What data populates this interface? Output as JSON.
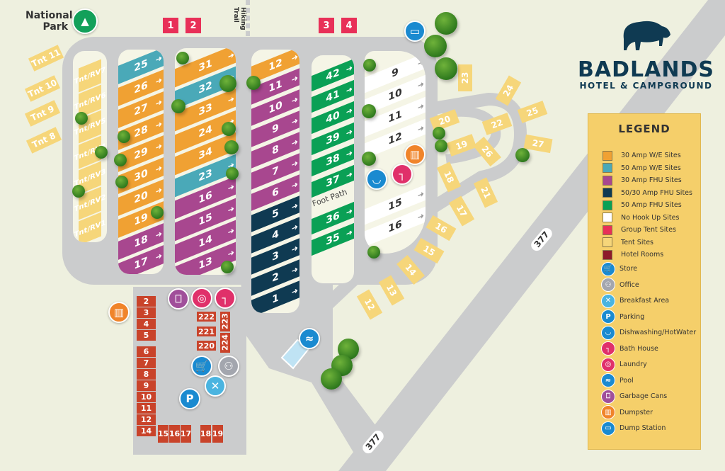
{
  "labels": {
    "national_park": "National Park",
    "hiking_trail": "Hiking Trail",
    "foot_path": "Foot Path",
    "highway": "377"
  },
  "logo": {
    "name": "BADLANDS",
    "subtitle": "HOTEL & CAMPGROUND"
  },
  "colors": {
    "30we": "#f0a133",
    "50we": "#4aa9b8",
    "30fhu": "#a8478f",
    "5030fhu": "#0f3a52",
    "50fhu": "#0aa055",
    "none": "#ffffff",
    "group": "#e83058",
    "tent": "#f6d67a",
    "hotel": "#8e1b2a",
    "road": "#cbcccd",
    "background": "#eef0df"
  },
  "legend": {
    "title": "LEGEND",
    "site_types": [
      {
        "label": "30 Amp W/E Sites",
        "color": "#f0a133"
      },
      {
        "label": "50 Amp W/E Sites",
        "color": "#4aa9b8"
      },
      {
        "label": "30 Amp FHU Sites",
        "color": "#a8478f"
      },
      {
        "label": "50/30 Amp FHU Sites",
        "color": "#0f3a52"
      },
      {
        "label": "50 Amp FHU Sites",
        "color": "#0aa055"
      },
      {
        "label": "No Hook Up Sites",
        "color": "#ffffff"
      },
      {
        "label": "Group Tent Sites",
        "color": "#e83058"
      },
      {
        "label": "Tent Sites",
        "color": "#f6d67a"
      },
      {
        "label": "Hotel Rooms",
        "color": "#8e1b2a"
      }
    ],
    "amenities": [
      {
        "label": "Store",
        "icon": "cart-icon",
        "color": "#1a8ad0"
      },
      {
        "label": "Office",
        "icon": "people-icon",
        "color": "#a3a6ae"
      },
      {
        "label": "Breakfast Area",
        "icon": "utensils-icon",
        "color": "#4ab4e0"
      },
      {
        "label": "Parking",
        "icon": "parking-icon",
        "color": "#1a8ad0"
      },
      {
        "label": "Dishwashing/HotWater",
        "icon": "sink-icon",
        "color": "#1a8ad0"
      },
      {
        "label": "Bath House",
        "icon": "shower-icon",
        "color": "#e0306a"
      },
      {
        "label": "Laundry",
        "icon": "washer-icon",
        "color": "#e0306a"
      },
      {
        "label": "Pool",
        "icon": "swimmer-icon",
        "color": "#1a8ad0"
      },
      {
        "label": "Garbage Cans",
        "icon": "trash-icon",
        "color": "#a04f9a"
      },
      {
        "label": "Dumpster",
        "icon": "dumpster-icon",
        "color": "#f0842a"
      },
      {
        "label": "Dump Station",
        "icon": "rv-dump-icon",
        "color": "#1a8ad0"
      }
    ]
  },
  "group_tent_sites": [
    "1",
    "2",
    "3",
    "4"
  ],
  "tent_sites_left": [
    "Tnt 11",
    "Tnt 10",
    "Tnt 9",
    "Tnt 8"
  ],
  "columns": {
    "a": [
      {
        "n": "Tnt/RV7",
        "t": "tent"
      },
      {
        "n": "Tnt/RV6",
        "t": "tent"
      },
      {
        "n": "Tnt/RV5",
        "t": "tent"
      },
      {
        "n": "Tnt/RV4",
        "t": "tent"
      },
      {
        "n": "Tnt/RV3",
        "t": "tent"
      },
      {
        "n": "Tnt/RV2",
        "t": "tent"
      },
      {
        "n": "Tnt/RV1",
        "t": "tent"
      }
    ],
    "b": [
      {
        "n": "25",
        "t": "50we"
      },
      {
        "n": "26",
        "t": "30we"
      },
      {
        "n": "27",
        "t": "30we"
      },
      {
        "n": "28",
        "t": "30we"
      },
      {
        "n": "29",
        "t": "30we"
      },
      {
        "n": "30",
        "t": "30we"
      },
      {
        "n": "20",
        "t": "30we"
      },
      {
        "n": "19",
        "t": "30we"
      },
      {
        "n": "18",
        "t": "30fhu"
      },
      {
        "n": "17",
        "t": "30fhu"
      }
    ],
    "c": [
      {
        "n": "31",
        "t": "30we"
      },
      {
        "n": "32",
        "t": "50we"
      },
      {
        "n": "33",
        "t": "30we"
      },
      {
        "n": "24",
        "t": "30we"
      },
      {
        "n": "34",
        "t": "30we"
      },
      {
        "n": "23",
        "t": "50we"
      },
      {
        "n": "16",
        "t": "30fhu"
      },
      {
        "n": "15",
        "t": "30fhu"
      },
      {
        "n": "14",
        "t": "30fhu"
      },
      {
        "n": "13",
        "t": "30fhu"
      }
    ],
    "d": [
      {
        "n": "12",
        "t": "30we"
      },
      {
        "n": "11",
        "t": "30fhu"
      },
      {
        "n": "10",
        "t": "30fhu"
      },
      {
        "n": "9",
        "t": "30fhu"
      },
      {
        "n": "8",
        "t": "30fhu"
      },
      {
        "n": "7",
        "t": "30fhu"
      },
      {
        "n": "6",
        "t": "30fhu"
      },
      {
        "n": "5",
        "t": "5030fhu"
      },
      {
        "n": "4",
        "t": "5030fhu"
      },
      {
        "n": "3",
        "t": "5030fhu"
      },
      {
        "n": "2",
        "t": "5030fhu"
      },
      {
        "n": "1",
        "t": "5030fhu"
      }
    ],
    "e": [
      {
        "n": "42",
        "t": "50fhu"
      },
      {
        "n": "41",
        "t": "50fhu"
      },
      {
        "n": "40",
        "t": "50fhu"
      },
      {
        "n": "39",
        "t": "50fhu"
      },
      {
        "n": "38",
        "t": "50fhu"
      },
      {
        "n": "37",
        "t": "50fhu"
      },
      {
        "n": "36",
        "t": "50fhu"
      },
      {
        "n": "35",
        "t": "50fhu"
      }
    ],
    "f": [
      {
        "n": "9",
        "t": "none"
      },
      {
        "n": "10",
        "t": "none"
      },
      {
        "n": "11",
        "t": "none"
      },
      {
        "n": "12",
        "t": "none"
      },
      {
        "n": "15",
        "t": "none"
      },
      {
        "n": "16",
        "t": "none"
      }
    ]
  },
  "tent_sites_right": [
    "23",
    "24",
    "25",
    "22",
    "20",
    "19",
    "26",
    "27",
    "18",
    "21",
    "17",
    "16",
    "15",
    "14",
    "13",
    "12"
  ],
  "hotel_rooms": [
    "2",
    "3",
    "4",
    "5",
    "6",
    "7",
    "8",
    "9",
    "10",
    "11",
    "12",
    "14",
    "15",
    "16",
    "17",
    "18",
    "19",
    "222",
    "221",
    "220",
    "223",
    "224"
  ],
  "map_amenities": [
    {
      "icon": "rv-dump-icon",
      "color": "#1a8ad0"
    },
    {
      "icon": "dumpster-icon",
      "color": "#f0842a"
    },
    {
      "icon": "sink-icon",
      "color": "#1a8ad0"
    },
    {
      "icon": "shower-icon",
      "color": "#e0306a"
    },
    {
      "icon": "dumpster-icon",
      "color": "#f0842a"
    },
    {
      "icon": "trash-icon",
      "color": "#a04f9a"
    },
    {
      "icon": "washer-icon",
      "color": "#e0306a"
    },
    {
      "icon": "shower-icon",
      "color": "#e0306a"
    },
    {
      "icon": "cart-icon",
      "color": "#1a8ad0"
    },
    {
      "icon": "people-icon",
      "color": "#a3a6ae"
    },
    {
      "icon": "utensils-icon",
      "color": "#4ab4e0"
    },
    {
      "icon": "parking-icon",
      "color": "#1a8ad0"
    },
    {
      "icon": "swimmer-icon",
      "color": "#1a8ad0"
    },
    {
      "icon": "mountain-icon",
      "color": "#12a05a"
    }
  ]
}
